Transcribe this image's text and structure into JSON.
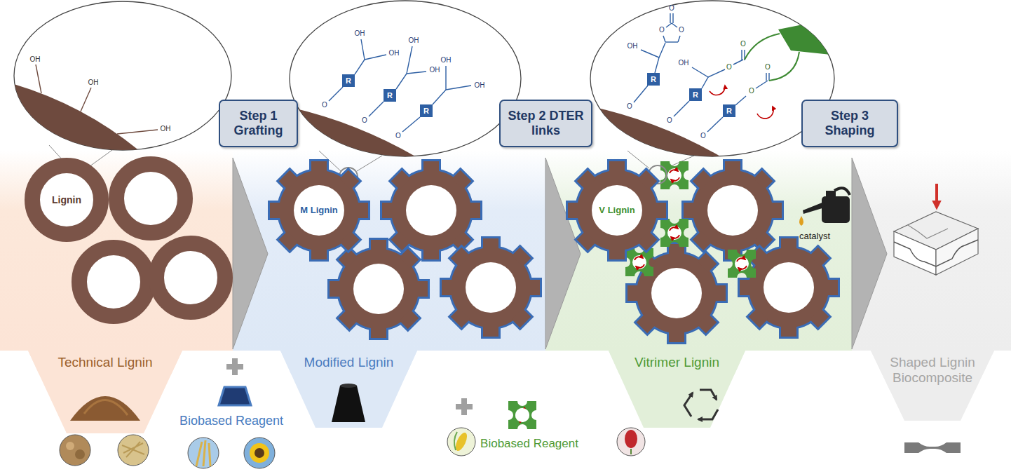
{
  "diagram": {
    "nodes": [
      {
        "text": [
          "Lignin"
        ]
      },
      {
        "text": [
          "Step 1 Grafting"
        ]
      },
      {
        "text": [
          "M Lignin"
        ]
      },
      {
        "text": [
          "Step 2 DTER links"
        ]
      },
      {
        "text": [
          "V Lignin"
        ]
      },
      {
        "text": [
          "Step 3 Shaping"
        ]
      },
      {
        "text": [
          "Technical Lignin"
        ]
      },
      {
        "text": [
          "Modified Lignin"
        ]
      },
      {
        "text": [
          "Vitrimer Lignin"
        ]
      },
      {
        "text": [
          "Shaped Lignin Biocomposite"
        ]
      }
    ],
    "labels": [
      "OH",
      "OH",
      "OH",
      "O",
      "O",
      "O",
      "R",
      "R",
      "R",
      "OH",
      "OH",
      "OH",
      "OH",
      "OH",
      "OH",
      "O",
      "O",
      "O",
      "R",
      "R",
      "R",
      "O",
      "O",
      "O",
      "OH",
      "OH",
      "O",
      "O",
      "O",
      "O",
      "catalyst",
      "Biobased Reagent",
      "Biobased Reagent"
    ]
  }
}
